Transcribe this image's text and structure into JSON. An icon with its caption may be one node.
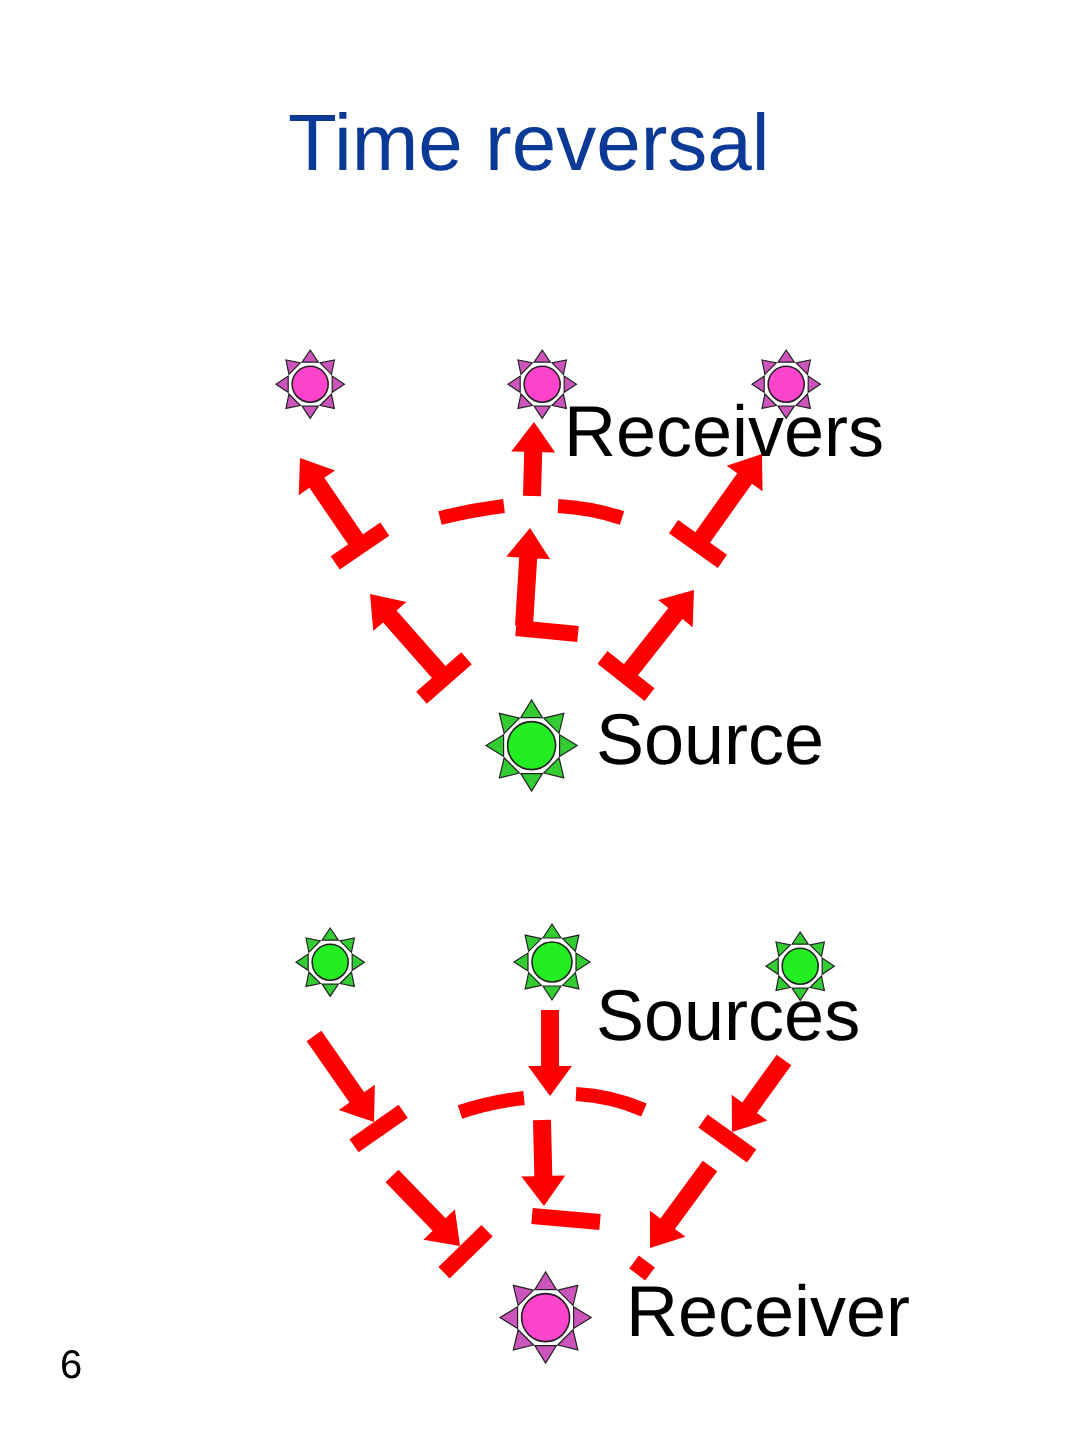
{
  "diagram": {
    "title": "Time reversal",
    "nodes": [
      {
        "text": [],
        "shape": "star"
      },
      {
        "text": [],
        "shape": "star"
      },
      {
        "text": [],
        "shape": "star"
      },
      {
        "text": [],
        "shape": "star",
        "beside": [
          "Source"
        ]
      },
      {
        "text": [],
        "shape": "star"
      },
      {
        "text": [],
        "shape": "star"
      },
      {
        "text": [],
        "shape": "star"
      },
      {
        "text": [],
        "shape": "star",
        "beside": [
          "Receiver"
        ]
      }
    ],
    "labels": [
      "Receivers",
      "Sources",
      "6"
    ]
  }
}
